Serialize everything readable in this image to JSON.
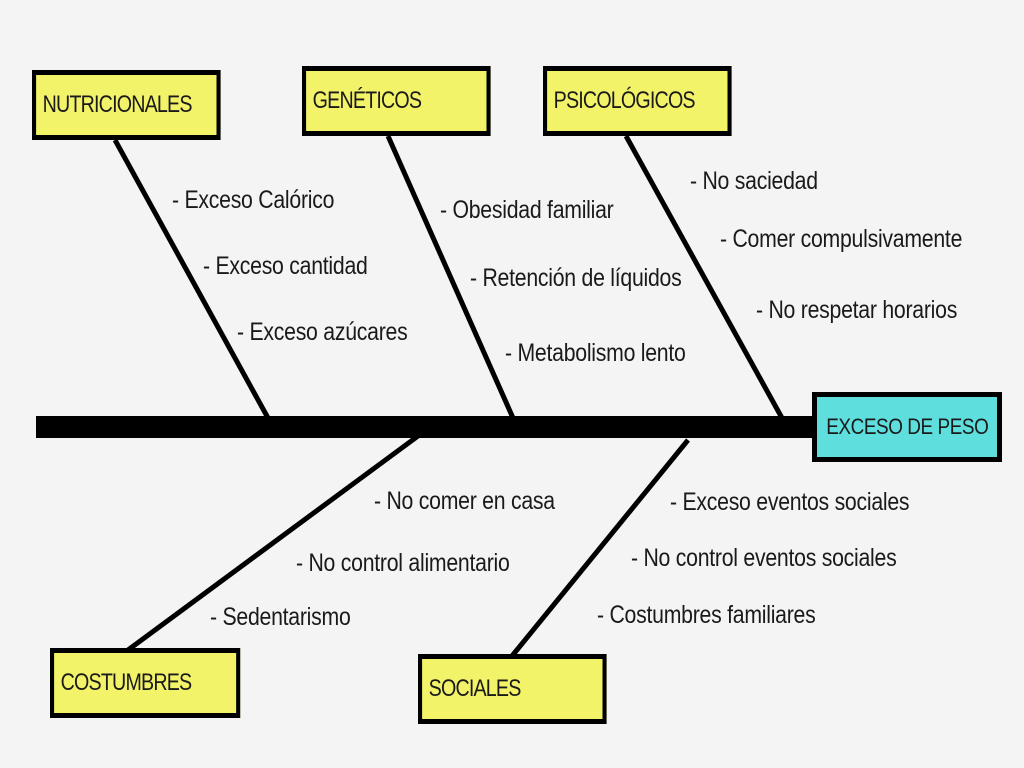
{
  "effect": {
    "label": "EXCESO DE PESO"
  },
  "categories": [
    {
      "label": "NUTRICIONALES",
      "causes": [
        "- Exceso Calórico",
        "- Exceso cantidad",
        "- Exceso azúcares"
      ]
    },
    {
      "label": "GENÉTICOS",
      "causes": [
        "- Obesidad familiar",
        "- Retención de líquidos",
        "- Metabolismo lento"
      ]
    },
    {
      "label": "PSICOLÓGICOS",
      "causes": [
        "- No saciedad",
        "- Comer compulsivamente",
        "- No respetar horarios"
      ]
    },
    {
      "label": "COSTUMBRES",
      "causes": [
        "- No comer en casa",
        "- No control alimentario",
        "- Sedentarismo"
      ]
    },
    {
      "label": "SOCIALES",
      "causes": [
        "- Exceso eventos sociales",
        "- No control eventos sociales",
        "- Costumbres familiares"
      ]
    }
  ],
  "colors": {
    "category_box": "#f3f36a",
    "effect_box": "#5fdede",
    "lines": "#000000",
    "background": "#f4f4f4"
  }
}
